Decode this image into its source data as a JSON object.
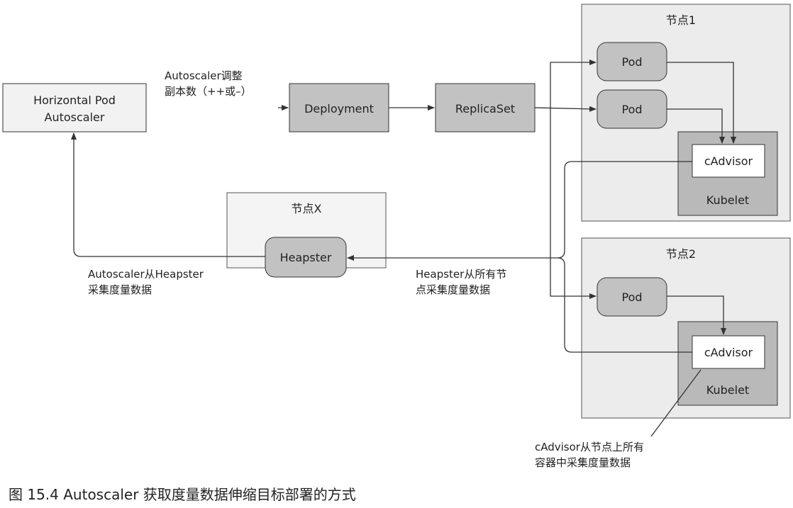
{
  "hpa": {
    "line1": "Horizontal Pod",
    "line2": "Autoscaler"
  },
  "deployment": "Deployment",
  "replicaset": "ReplicaSet",
  "node1": {
    "title": "节点1",
    "pods": [
      "Pod",
      "Pod"
    ],
    "cadvisor": "cAdvisor",
    "kubelet": "Kubelet"
  },
  "node2": {
    "title": "节点2",
    "pods": [
      "Pod"
    ],
    "cadvisor": "cAdvisor",
    "kubelet": "Kubelet"
  },
  "nodex": {
    "title": "节点X",
    "heapster": "Heapster"
  },
  "annotations": {
    "adjust": [
      "Autoscaler调整",
      "副本数（++或–）"
    ],
    "hpa_collect": [
      "Autoscaler从Heapster",
      "采集度量数据"
    ],
    "heapster_collect": [
      "Heapster从所有节",
      "点采集度量数据"
    ],
    "cadvisor_collect": [
      "cAdvisor从节点上所有",
      "容器中采集度量数据"
    ]
  },
  "caption": "图 15.4   Autoscaler 获取度量数据伸缩目标部署的方式",
  "colors": {
    "node_fill": "#ececec",
    "box_fill": "#f2f2f2",
    "dark_fill": "#c2c2c2",
    "kubelet_fill": "#b9b9b9",
    "white": "#ffffff",
    "stroke": "#333333"
  }
}
